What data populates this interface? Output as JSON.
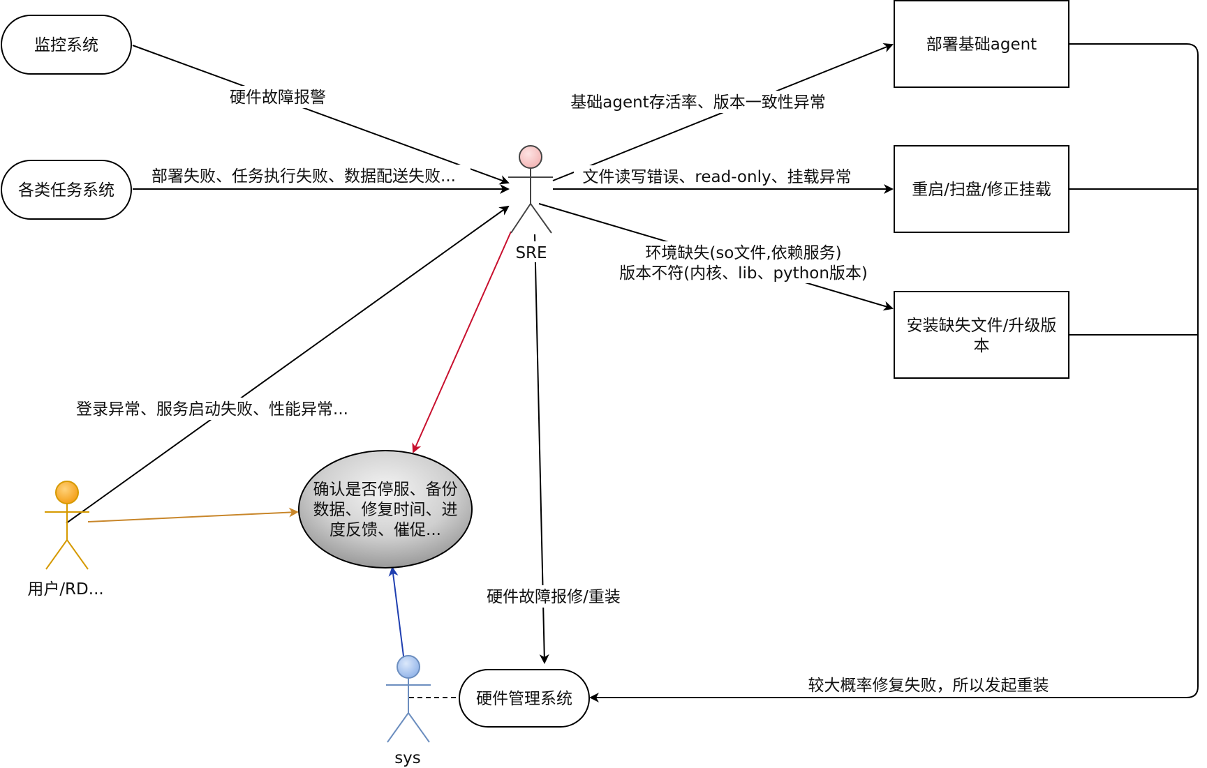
{
  "colors": {
    "stroke": "#000000",
    "sre_head": "#f8c4c4",
    "user_head": "#f5a623",
    "user_stroke": "#d69a00",
    "user_arrow": "#c8862a",
    "sys_head": "#a9c5ef",
    "sys_stroke": "#6c8ebf",
    "sys_arrow": "#1f3fb0",
    "red_arrow": "#c8102e",
    "ellipse_fill_light": "#f2f2f2",
    "ellipse_fill_dark": "#9a9a9a"
  },
  "nodes": {
    "monitor": "监控系统",
    "tasks": "各类任务系统",
    "deploy": "部署基础agent",
    "restart": "重启/扫盘/修正挂载",
    "install_line1": "安装缺失文件/升级版",
    "install_line2": "本",
    "confirm_line1": "确认是否停服、备份",
    "confirm_line2": "数据、修复时间、进",
    "confirm_line3": "度反馈、催促...",
    "hardware_mgmt": "硬件管理系统"
  },
  "actors": {
    "sre": "SRE",
    "user": "用户/RD...",
    "sys": "sys"
  },
  "edges": {
    "hw_alarm": "硬件故障报警",
    "task_fail": "部署失败、任务执行失败、数据配送失败...",
    "agent_anomaly": "基础agent存活率、版本一致性异常",
    "file_error": "文件读写错误、read-only、挂载异常",
    "env_missing_line1": "环境缺失(so文件,依赖服务)",
    "env_missing_line2": "版本不符(内核、lib、python版本)",
    "login_issue": "登录异常、服务启动失败、性能异常...",
    "hw_repair": "硬件故障报修/重装",
    "reinstall": "较大概率修复失败，所以发起重装"
  }
}
